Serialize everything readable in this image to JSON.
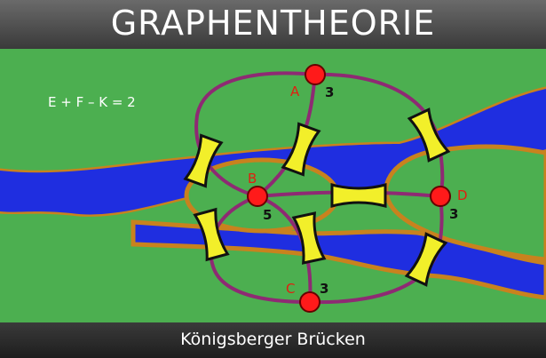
{
  "header": {
    "title": "GRAPHENTHEORIE"
  },
  "formula": "E + F – K = 2",
  "nodes": [
    {
      "id": "A",
      "label": "A",
      "degree": "3"
    },
    {
      "id": "B",
      "label": "B",
      "degree": "5"
    },
    {
      "id": "C",
      "label": "C",
      "degree": "3"
    },
    {
      "id": "D",
      "label": "D",
      "degree": "3"
    }
  ],
  "footer": {
    "caption": "Königsberger Brücken"
  },
  "colors": {
    "land": "#4caf50",
    "river": "#1f2ee0",
    "riverbank": "#c8821e",
    "edge": "#8e2a73",
    "node": "#ff1a1a",
    "node_label": "#e02010",
    "bridge": "#f2ef2a"
  }
}
